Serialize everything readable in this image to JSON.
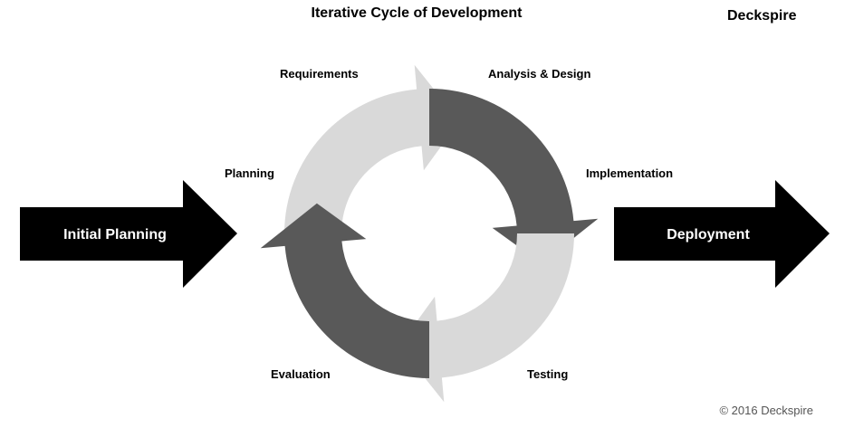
{
  "header": {
    "title": "Iterative Cycle of Development",
    "brand": "Deckspire"
  },
  "flow": {
    "start": "Initial Planning",
    "end": "Deployment"
  },
  "cycle": {
    "labels": {
      "planning": "Planning",
      "requirements": "Requirements",
      "analysis_design": "Analysis & Design",
      "implementation": "Implementation",
      "testing": "Testing",
      "evaluation": "Evaluation"
    }
  },
  "footer": {
    "copyright": "© 2016  Deckspire"
  },
  "colors": {
    "light_segment": "#d9d9d9",
    "dark_segment": "#595959",
    "flow_arrow": "#000000"
  }
}
